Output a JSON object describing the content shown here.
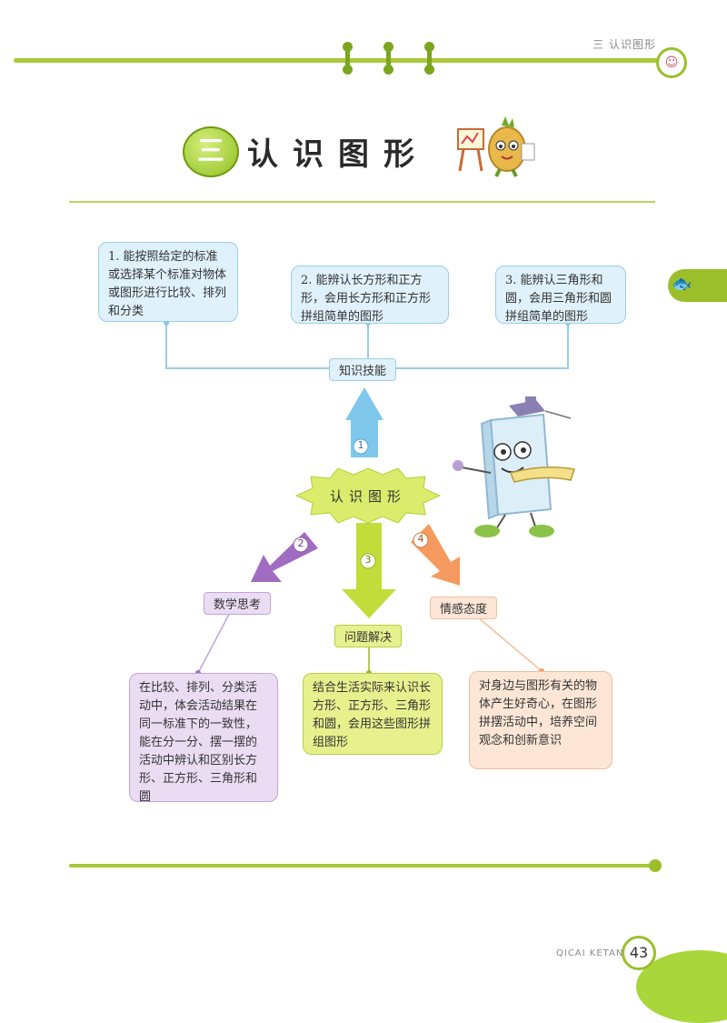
{
  "header": {
    "running_title": "三 认识图形"
  },
  "chapter": {
    "number": "三",
    "title": "认识图形"
  },
  "center_label": "认识图形",
  "branches": {
    "knowledge": {
      "label": "知识技能",
      "number": "1"
    },
    "thinking": {
      "label": "数学思考",
      "number": "2"
    },
    "problem": {
      "label": "问题解决",
      "number": "3"
    },
    "attitude": {
      "label": "情感态度",
      "number": "4"
    }
  },
  "goals": [
    "1. 能按照给定的标准或选择某个标准对物体或图形进行比较、排列和分类",
    "2. 能辨认长方形和正方形，会用长方形和正方形拼组简单的图形",
    "3. 能辨认三角形和圆，会用三角形和圆拼组简单的图形"
  ],
  "thinking_text": "在比较、排列、分类活动中，体会活动结果在同一标准下的一致性，能在分一分、摆一摆的活动中辨认和区别长方形、正方形、三角形和圆",
  "problem_text": "结合生活实际来认识长方形、正方形、三角形和圆，会用这些图形拼组图形",
  "attitude_text": "对身边与图形有关的物体产生好奇心，在图形拼摆活动中，培养空间观念和创新意识",
  "footer": {
    "brand": "QICAI KETANG",
    "page": "43"
  },
  "colors": {
    "accent_green": "#9bbf2a",
    "blue": "#7fc8ec",
    "purple": "#a06cc2",
    "lime": "#c2dc3a",
    "orange": "#f59a5e"
  }
}
